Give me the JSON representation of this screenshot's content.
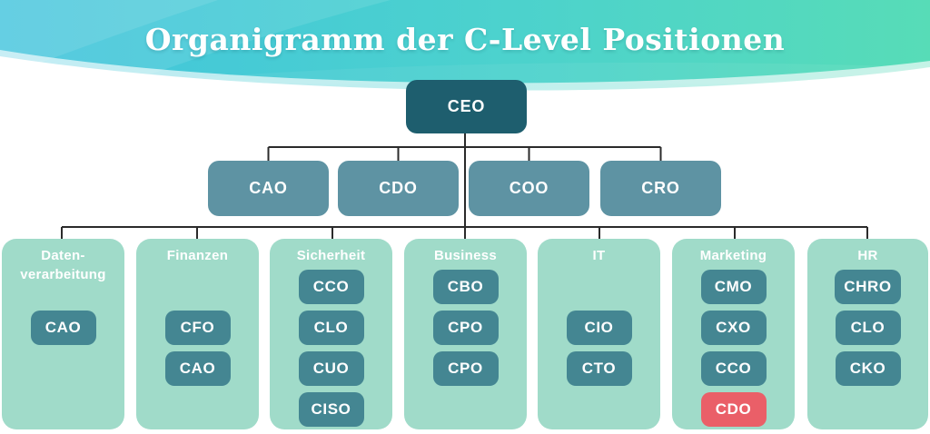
{
  "palette": {
    "header_gradient_left": "#41c4dd",
    "header_gradient_right": "#57dcb7",
    "title_color": "#ffffff",
    "ceo_box": "#1e5e6e",
    "level2_box": "#5e93a3",
    "panel_bg": "#a0dbc9",
    "chip_teal": "#448692",
    "chip_red": "#ea5f68",
    "connector_line": "#2b2b2b"
  },
  "header": {
    "title": "Organigramm der C-Level Positionen"
  },
  "org": {
    "root": {
      "label": "CEO"
    },
    "level2": [
      {
        "label": "CAO"
      },
      {
        "label": "CDO"
      },
      {
        "label": "COO"
      },
      {
        "label": "CRO"
      }
    ],
    "columns": [
      {
        "title": "Daten-\nverarbeitung",
        "chips": [
          {
            "label": "CAO"
          }
        ]
      },
      {
        "title": "Finanzen",
        "chips": [
          {
            "label": "CFO"
          },
          {
            "label": "CAO"
          }
        ]
      },
      {
        "title": "Sicherheit",
        "chips": [
          {
            "label": "CCO"
          },
          {
            "label": "CLO"
          },
          {
            "label": "CUO"
          },
          {
            "label": "CISO"
          }
        ]
      },
      {
        "title": "Business",
        "chips": [
          {
            "label": "CBO"
          },
          {
            "label": "CPO"
          },
          {
            "label": "CPO"
          }
        ]
      },
      {
        "title": "IT",
        "chips": [
          {
            "label": "CIO"
          },
          {
            "label": "CTO"
          }
        ]
      },
      {
        "title": "Marketing",
        "chips": [
          {
            "label": "CMO"
          },
          {
            "label": "CXO"
          },
          {
            "label": "CCO"
          },
          {
            "label": "CDO",
            "highlight": true
          }
        ]
      },
      {
        "title": "HR",
        "chips": [
          {
            "label": "CHRO"
          },
          {
            "label": "CLO"
          },
          {
            "label": "CKO"
          }
        ]
      }
    ]
  }
}
